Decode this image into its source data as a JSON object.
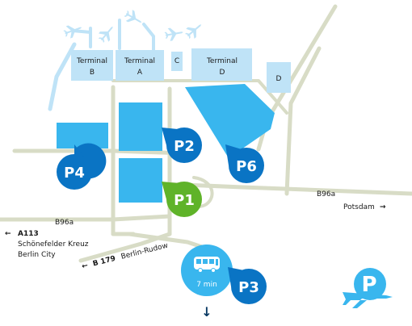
{
  "colors": {
    "road": "#d8dcc6",
    "terminal_fill": "#bfe3f7",
    "parking_fill": "#39b6ee",
    "marker_blue": "#0a74c4",
    "marker_green": "#5fb329",
    "text_dark": "#1a1a1a",
    "text_navy": "#0a3a63"
  },
  "terminals": [
    {
      "id": "B",
      "line1": "Terminal",
      "line2": "B"
    },
    {
      "id": "A",
      "line1": "Terminal",
      "line2": "A"
    },
    {
      "id": "C",
      "line1": "C",
      "line2": ""
    },
    {
      "id": "D",
      "line1": "Terminal",
      "line2": "D"
    },
    {
      "id": "D-annex",
      "line1": "D",
      "line2": ""
    }
  ],
  "parking_markers": [
    {
      "id": "P1",
      "label": "P1",
      "status": "green"
    },
    {
      "id": "P2",
      "label": "P2",
      "status": "blue"
    },
    {
      "id": "P3",
      "label": "P3",
      "status": "blue"
    },
    {
      "id": "P4",
      "label": "P4",
      "status": "blue"
    },
    {
      "id": "P6",
      "label": "P6",
      "status": "blue"
    }
  ],
  "road_labels": {
    "b96a_east": "B96a",
    "potsdam": "Potsdam",
    "b96a_west": "B96a",
    "a113": "A113",
    "schoenefelder_kreuz": "Schönefelder Kreuz",
    "berlin_city": "Berlin City",
    "b179": "B 179",
    "berlin_rudow": "Berlin-Rudow"
  },
  "arrows": {
    "east": "→",
    "west": "←",
    "down": "↓"
  },
  "shuttle": {
    "icon": "bus-icon",
    "time_label": "7 min"
  },
  "logo": {
    "icon": "parking-airport-logo-icon",
    "letter": "P"
  }
}
